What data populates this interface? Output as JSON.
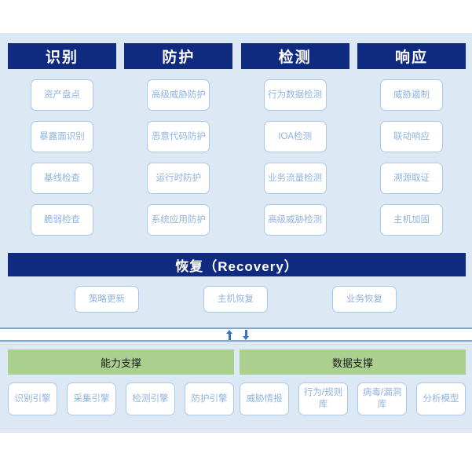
{
  "colors": {
    "panel_bg": "#dde8f5",
    "header_blue": "#102a7f",
    "card_border": "#a9c8ea",
    "card_text": "#8fb4e0",
    "group_green": "#a9d08e",
    "panel_border": "#7ba7dd",
    "arrow_blue": "#3a72c8"
  },
  "functions": {
    "columns": [
      {
        "header": "识别",
        "cards": [
          "资产盘点",
          "暴露面识别",
          "基线检查",
          "脆弱检查"
        ]
      },
      {
        "header": "防护",
        "cards": [
          "高级威胁防护",
          "恶意代码防护",
          "运行时防护",
          "系统应用防护"
        ]
      },
      {
        "header": "检测",
        "cards": [
          "行为数据检测",
          "IOA检测",
          "业务流量检测",
          "高级威胁检测"
        ]
      },
      {
        "header": "响应",
        "cards": [
          "威胁遏制",
          "联动响应",
          "溯源取证",
          "主机加固"
        ]
      }
    ]
  },
  "recovery": {
    "header": "恢复（Recovery）",
    "cards": [
      "策略更新",
      "主机恢复",
      "业务恢复"
    ]
  },
  "connector": {
    "up_arrow": "arrow-up",
    "down_arrow": "arrow-down"
  },
  "support": {
    "groups": [
      {
        "header": "能力支撑",
        "chips": [
          "识别引擎",
          "采集引擎",
          "检测引擎",
          "防护引擎"
        ]
      },
      {
        "header": "数据支撑",
        "chips": [
          "威胁情报",
          "行为/规则库",
          "病毒/漏洞库",
          "分析模型"
        ]
      }
    ]
  }
}
